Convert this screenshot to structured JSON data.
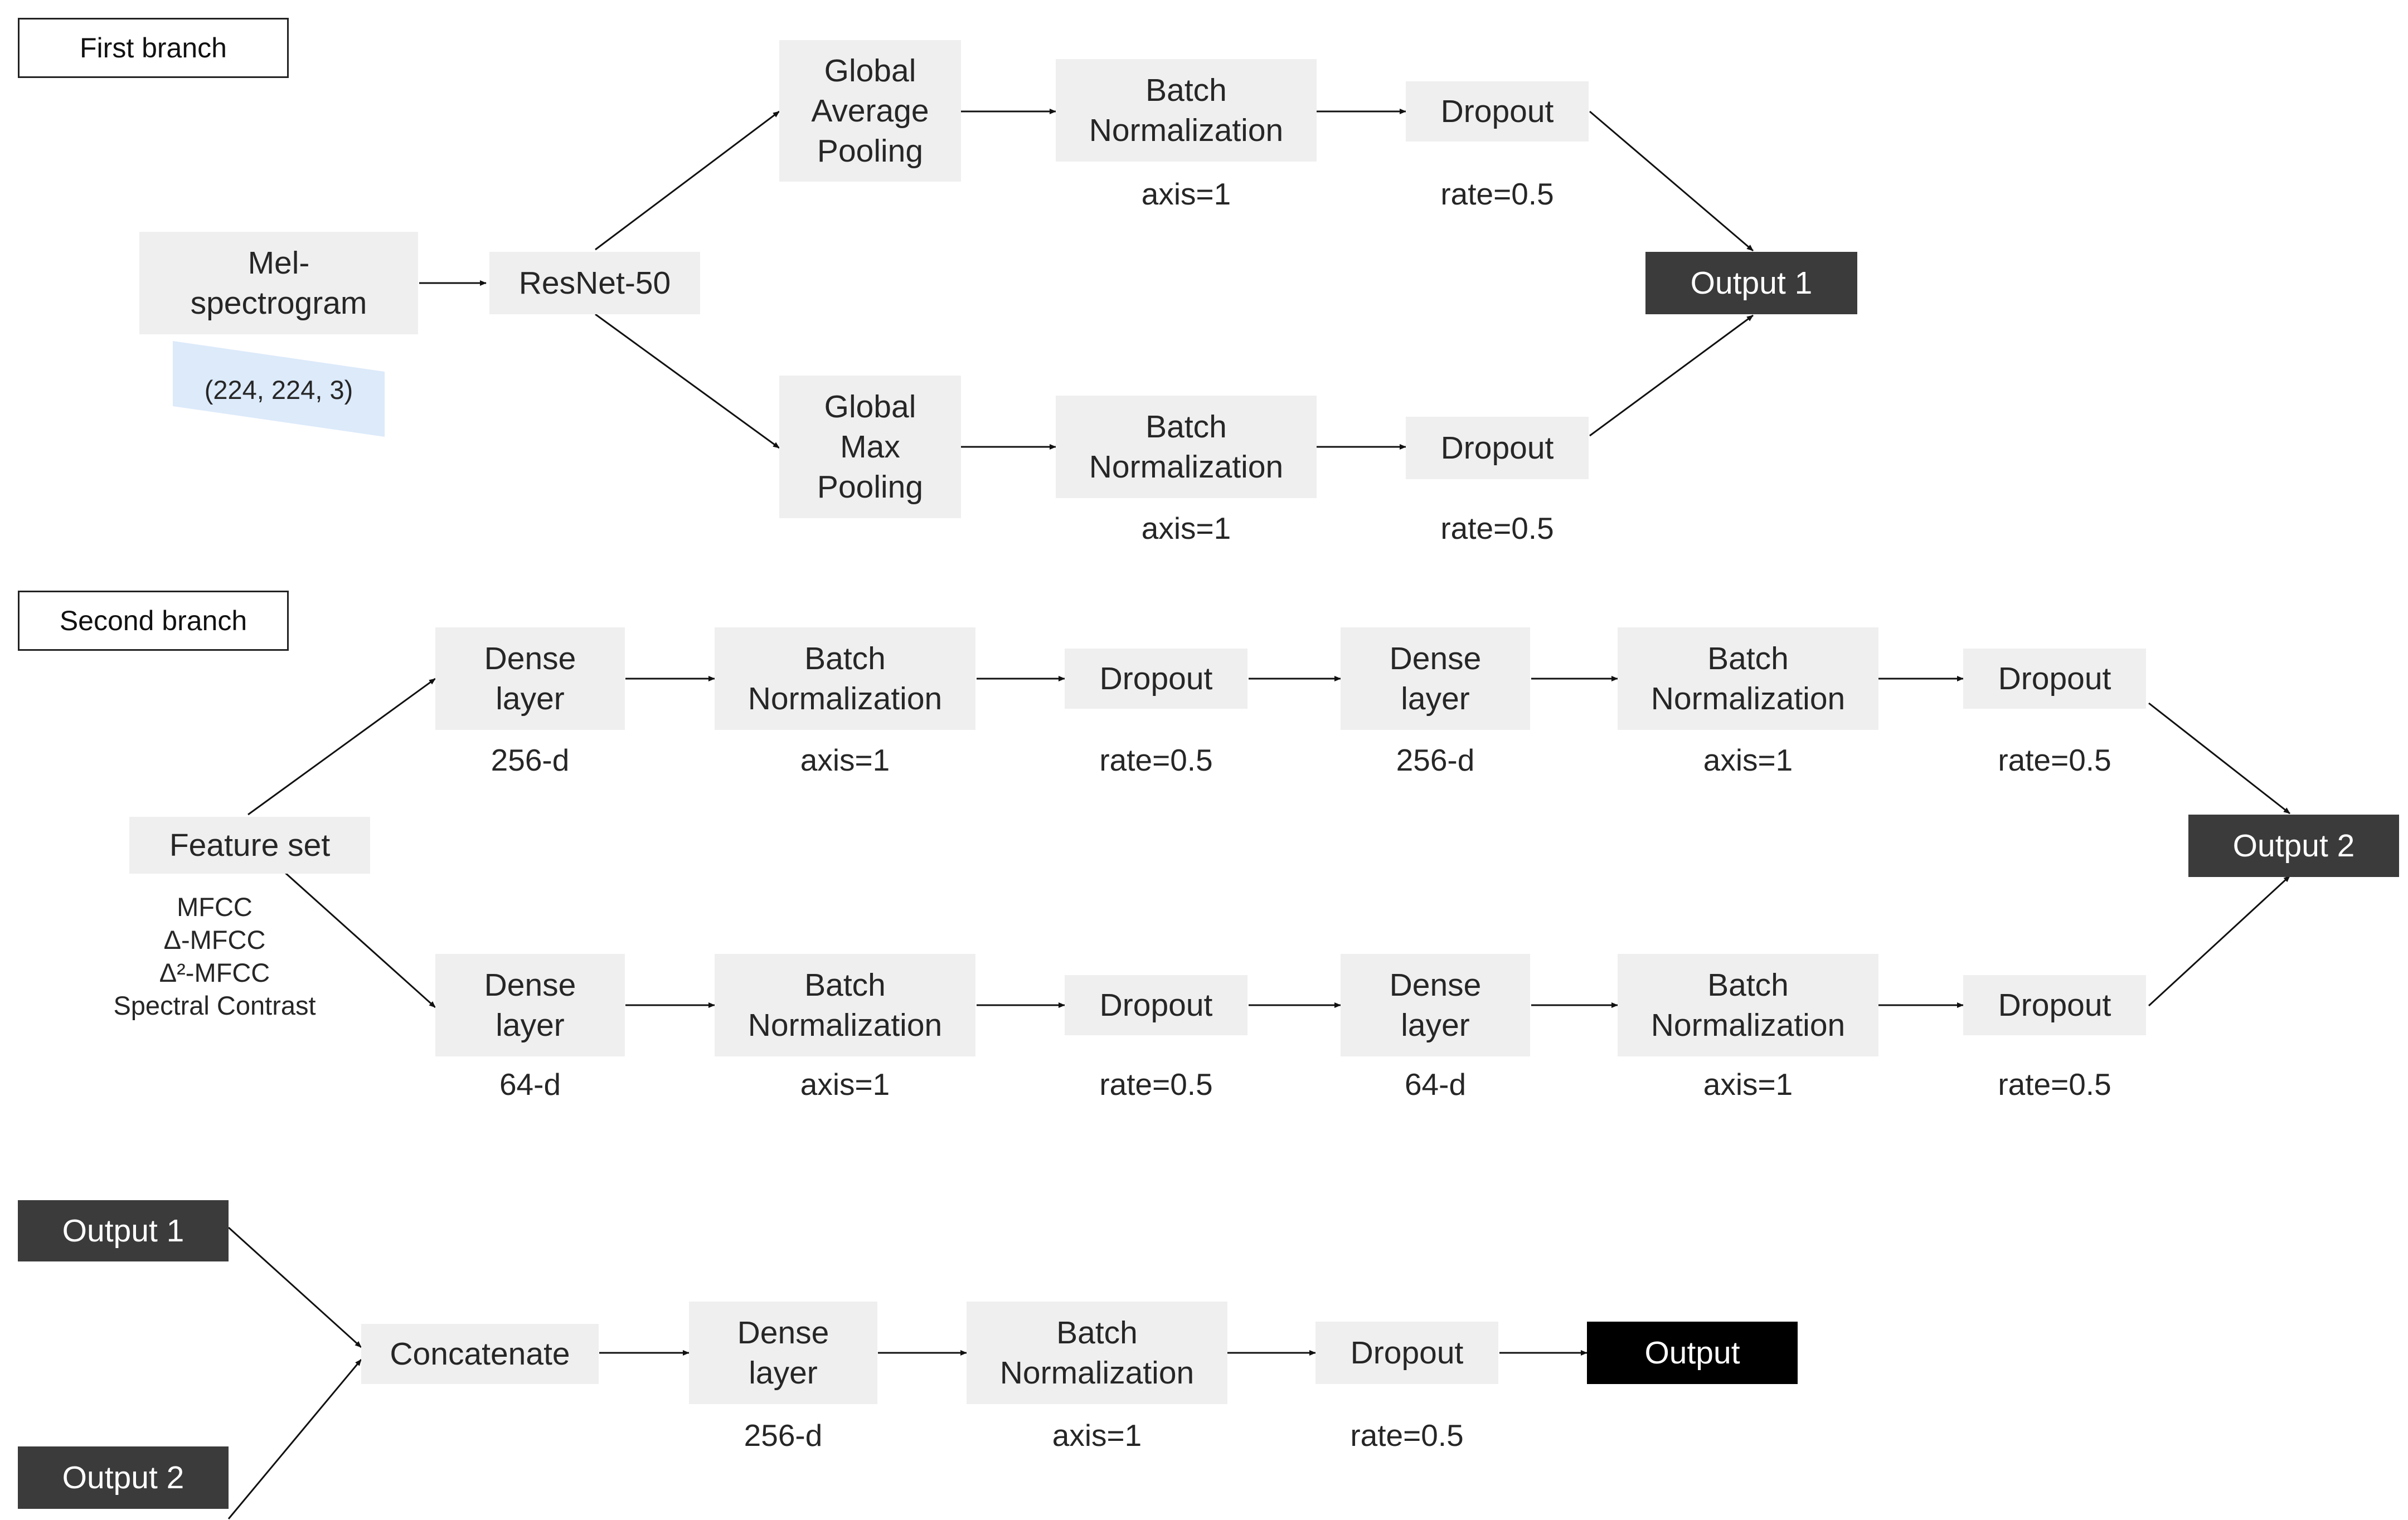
{
  "first_branch": {
    "label": "First branch",
    "input": "Mel-\nspectrogram",
    "input_shape": "(224, 224, 3)",
    "backbone": "ResNet-50",
    "pool_avg": "Global\nAverage\nPooling",
    "pool_max": "Global\nMax\nPooling",
    "bn": "Batch\nNormalization",
    "bn_param": "axis=1",
    "dropout": "Dropout",
    "dropout_param": "rate=0.5",
    "output": "Output 1"
  },
  "second_branch": {
    "label": "Second branch",
    "input": "Feature set",
    "features": [
      "MFCC",
      "Δ-MFCC",
      "Δ²-MFCC",
      "Spectral Contrast"
    ],
    "dense": "Dense\nlayer",
    "bn": "Batch\nNormalization",
    "bn_param": "axis=1",
    "dropout": "Dropout",
    "dropout_param": "rate=0.5",
    "top_dims": [
      "256-d",
      "256-d"
    ],
    "bottom_dims": [
      "64-d",
      "64-d"
    ],
    "output": "Output 2"
  },
  "merge": {
    "input1": "Output 1",
    "input2": "Output 2",
    "concat": "Concatenate",
    "dense": "Dense\nlayer",
    "dense_param": "256-d",
    "bn": "Batch\nNormalization",
    "bn_param": "axis=1",
    "dropout": "Dropout",
    "dropout_param": "rate=0.5",
    "output": "Output"
  },
  "colors": {
    "block": "#efefef",
    "output_block": "#3b3b3b",
    "final_output": "#000000",
    "shape_tag": "#dceafa",
    "arrow": "#111111"
  }
}
